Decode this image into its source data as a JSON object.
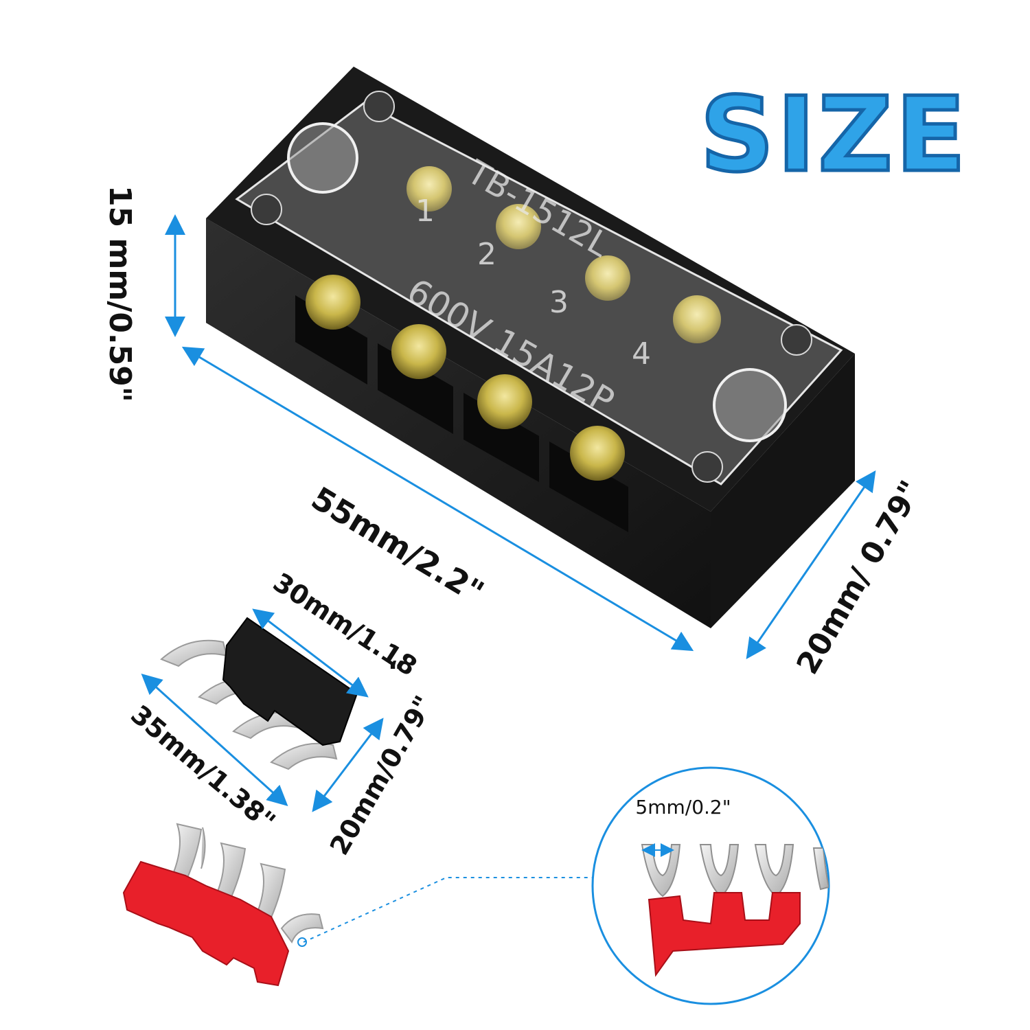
{
  "title": "SIZE",
  "block": {
    "model": "TB-1512L",
    "rating": "600V 15A12P",
    "terminal_numbers": [
      "1",
      "2",
      "3",
      "4"
    ]
  },
  "dimensions": {
    "height": "15 mm/0.59\"",
    "length": "55mm/2.2\"",
    "depth": "20mm/ 0.79\"",
    "jumper_length": "30mm/1.18",
    "jumper_length_mark": "“",
    "jumper_span": "35mm/1.38\"",
    "jumper_depth": "20mm/0.79\"",
    "fork_gap": "5mm/0.2\""
  },
  "colors": {
    "accent": "#1a8fe0",
    "title_fill": "#2fa3e8",
    "jumper_black": "#1c1c1c",
    "jumper_red": "#e8202a",
    "block_body": "#1e1e1e",
    "brass": "#c9b64a"
  }
}
